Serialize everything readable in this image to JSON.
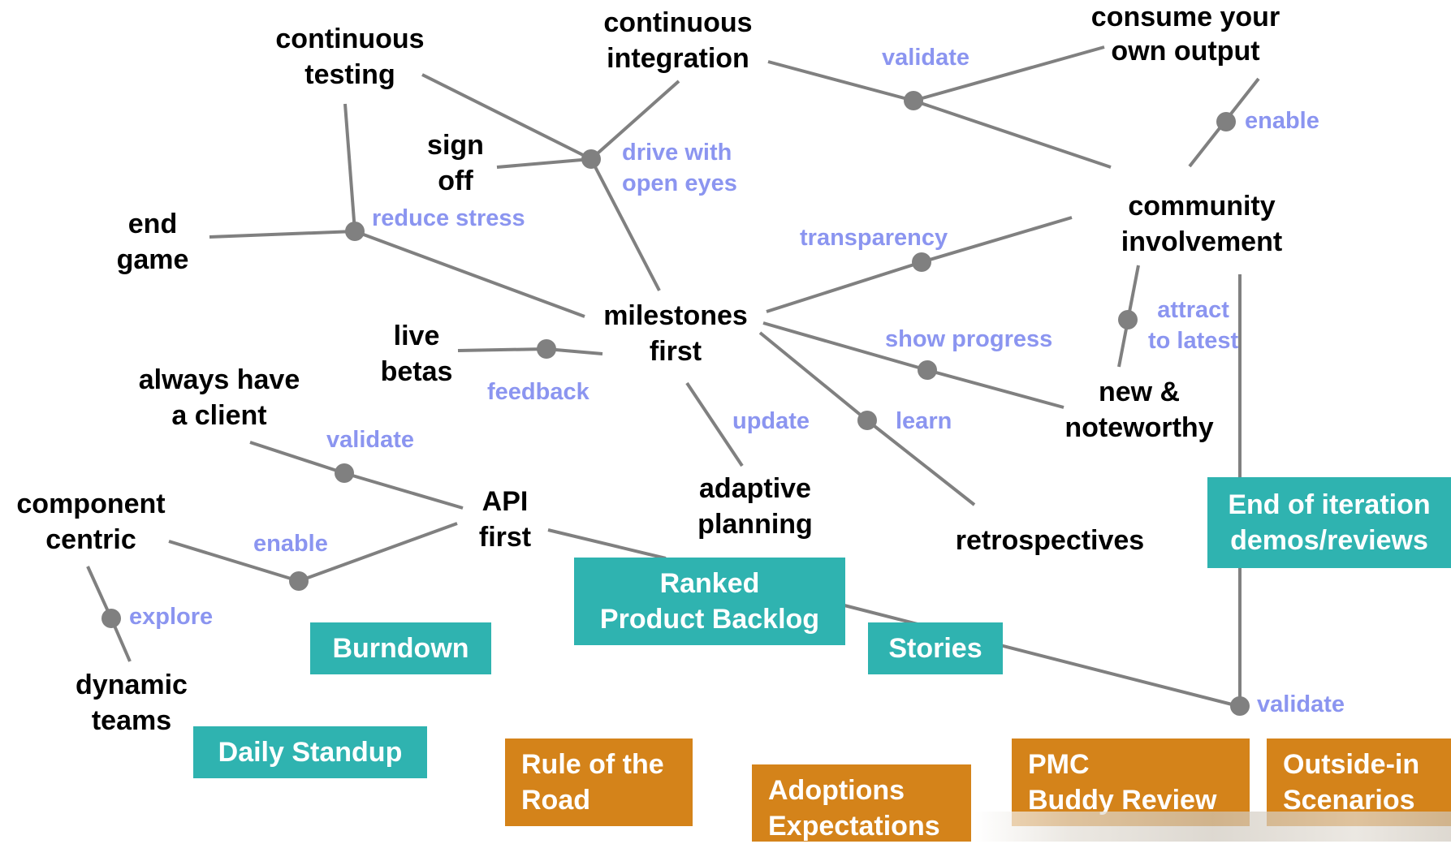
{
  "concepts": {
    "continuous_testing": "continuous\ntesting",
    "continuous_integration": "continuous\nintegration",
    "consume_own_output": "consume your\nown output",
    "sign_off": "sign\noff",
    "end_game": "end\ngame",
    "community_involvement": "community\ninvolvement",
    "milestones_first": "milestones\nfirst",
    "live_betas": "live\nbetas",
    "always_have_client": "always have\na client",
    "new_noteworthy": "new &\nnoteworthy",
    "component_centric": "component\ncentric",
    "api_first": "API\nfirst",
    "adaptive_planning": "adaptive\nplanning",
    "retrospectives": "retrospectives",
    "dynamic_teams": "dynamic\nteams"
  },
  "relations": {
    "validate_top": "validate",
    "enable_top": "enable",
    "drive_with_open_eyes": "drive with\nopen eyes",
    "reduce_stress": "reduce stress",
    "transparency": "transparency",
    "attract_to_latest": "attract\nto latest",
    "show_progress": "show progress",
    "feedback": "feedback",
    "update": "update",
    "learn": "learn",
    "validate_client": "validate",
    "enable_component": "enable",
    "explore": "explore",
    "validate_bottom": "validate"
  },
  "practices": {
    "end_of_iteration": "End of iteration\ndemos/reviews",
    "ranked_backlog": "Ranked\nProduct Backlog",
    "burndown": "Burndown",
    "stories": "Stories",
    "daily_standup": "Daily Standup"
  },
  "rules": {
    "rule_of_road": "Rule of the\nRoad",
    "adoptions": "Adoptions\nExpectations",
    "pmc_buddy": "PMC\nBuddy Review",
    "outside_in": "Outside-in\nScenarios"
  },
  "colors": {
    "edge": "#808080",
    "node": "#808080",
    "relation_text": "#8b95f0",
    "practice_box": "#2fb3b0",
    "rule_box": "#d4831a"
  }
}
